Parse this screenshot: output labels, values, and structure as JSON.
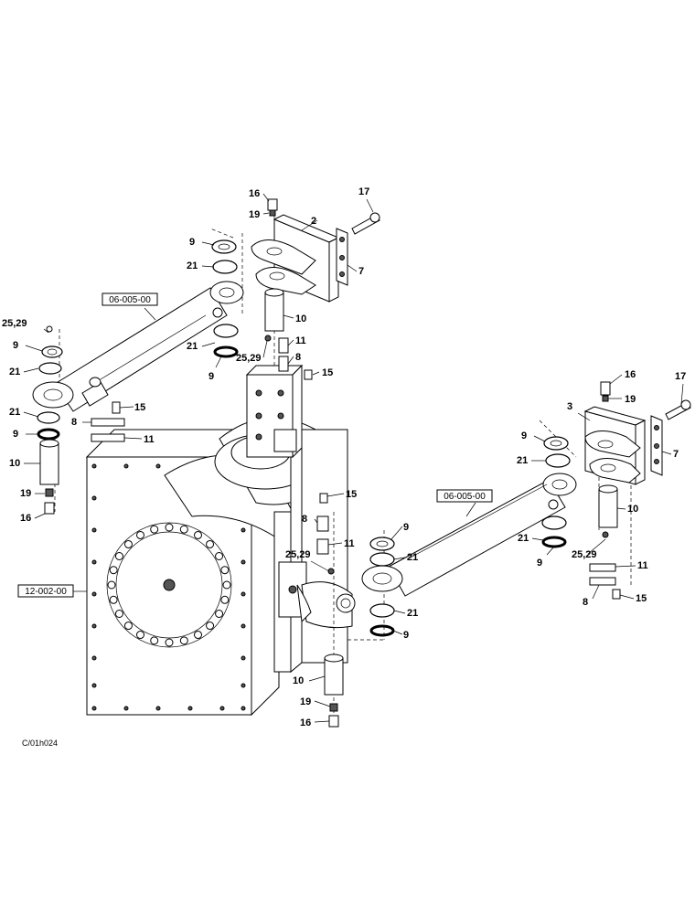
{
  "figure_code": "C/01h024",
  "assembly_refs": {
    "cyl_left": "06-005-00",
    "cyl_right": "06-005-00",
    "frame": "12-002-00"
  },
  "callouts": {
    "c16a": "16",
    "c19a": "19",
    "c2": "2",
    "c17a": "17",
    "c9a": "9",
    "c7a": "7",
    "c21a": "21",
    "c10a": "10",
    "c2529a": "25,29",
    "c9b": "9",
    "c21b": "21",
    "c11a": "11",
    "c2529b": "25,29",
    "c8a": "8",
    "c9c": "9",
    "c15a": "15",
    "c21c": "21",
    "c15b": "15",
    "c21d": "21",
    "c9d": "9",
    "c8b": "8",
    "c11b": "11",
    "c10b": "10",
    "c19b": "19",
    "c16b": "16",
    "c16c": "16",
    "c17b": "17",
    "c19c": "19",
    "c3": "3",
    "c9e": "9",
    "c7b": "7",
    "c21e": "21",
    "c15c": "15",
    "c10c": "10",
    "c8c": "8",
    "c9f": "9",
    "c11c": "11",
    "c21f": "21",
    "c2529c": "25,29",
    "c21g": "21",
    "c9g": "9",
    "c2529d": "25,29",
    "c11d": "11",
    "c8d": "8",
    "c15d": "15",
    "c21h": "21",
    "c9h": "9",
    "c10d": "10",
    "c19d": "19",
    "c16d": "16"
  }
}
